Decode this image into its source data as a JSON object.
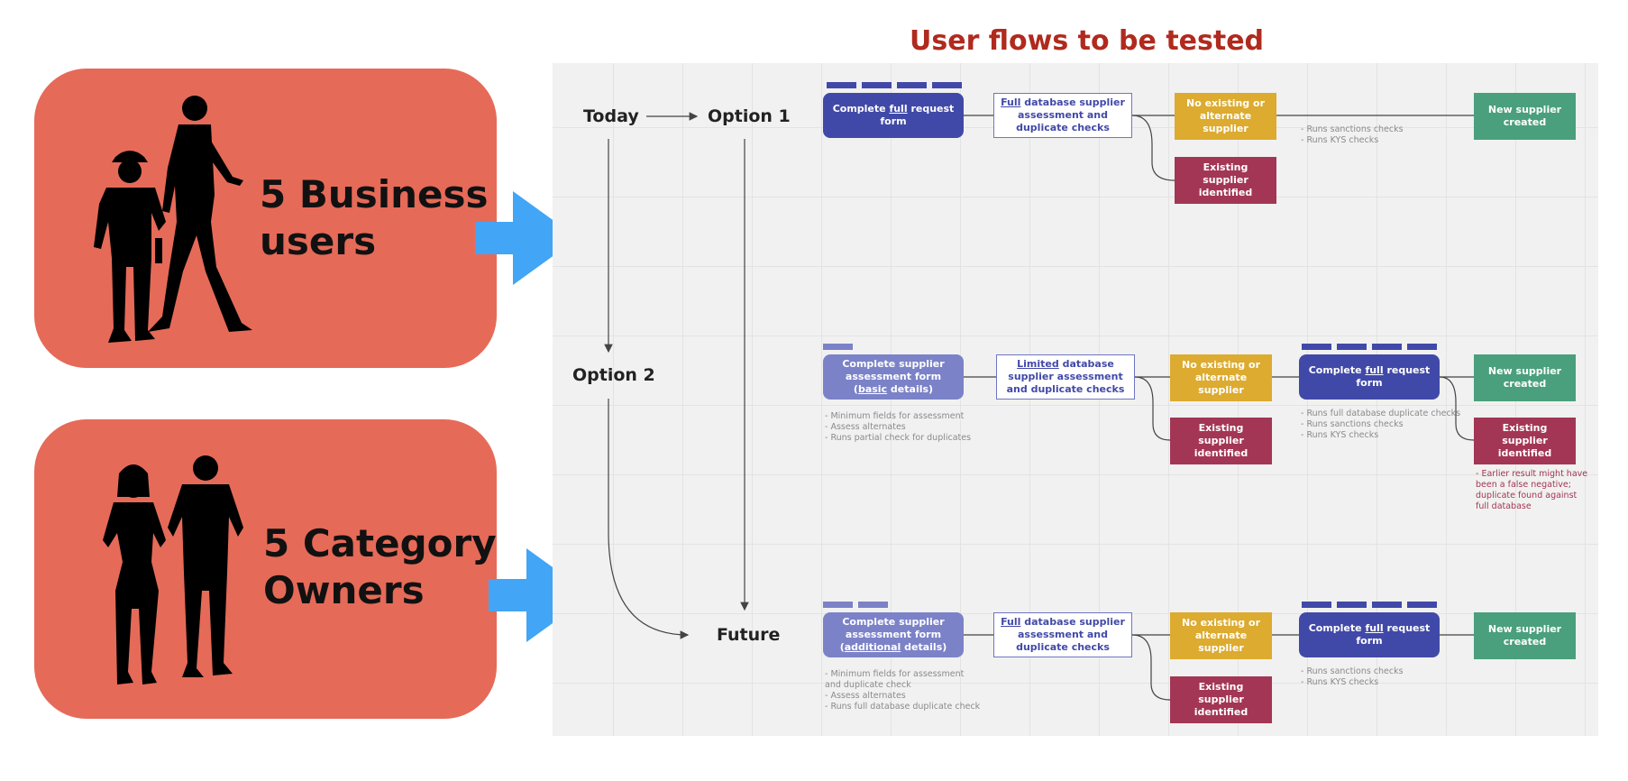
{
  "title": "User flows to be tested",
  "personas": [
    {
      "label_line1": "5 Business",
      "label_line2": "users"
    },
    {
      "label_line1": "5 Category",
      "label_line2": "Owners"
    }
  ],
  "stages": {
    "today": "Today",
    "option1": "Option 1",
    "option2": "Option 2",
    "future": "Future"
  },
  "flow1": {
    "request_form": {
      "pre": "Complete ",
      "em": "full",
      "post": " request form"
    },
    "db_check": {
      "em": "Full",
      "post": " database supplier assessment and duplicate checks"
    },
    "no_existing": "No existing or alternate supplier",
    "existing": "Existing supplier identified",
    "new_supplier": "New supplier created",
    "notes": [
      "- Runs sanctions checks",
      "- Runs KYS checks"
    ]
  },
  "flow2": {
    "assessment_form": {
      "pre": "Complete supplier assessment form (",
      "em": "basic",
      "post": " details)"
    },
    "db_check": {
      "em": "Limited",
      "post": " database supplier assessment and duplicate checks"
    },
    "no_existing": "No existing or alternate supplier",
    "existing": "Existing supplier identified",
    "request_form": {
      "pre": "Complete ",
      "em": "full",
      "post": " request form"
    },
    "new_supplier": "New supplier created",
    "existing_final": "Existing supplier identified",
    "notes_form": [
      "- Minimum fields for assessment",
      "- Assess alternates",
      "- Runs partial check for duplicates"
    ],
    "notes_request": [
      "- Runs full database duplicate checks",
      "- Runs sanctions checks",
      "- Runs KYS checks"
    ],
    "notes_final": [
      "- Earlier result might have",
      "been a false negative;",
      "duplicate found against",
      "full database"
    ]
  },
  "flow3": {
    "assessment_form": {
      "pre": "Complete supplier assessment form (",
      "em": "additional",
      "post": " details)"
    },
    "db_check": {
      "em": "Full",
      "post": " database supplier assessment and duplicate checks"
    },
    "no_existing": "No existing or alternate supplier",
    "existing": "Existing supplier identified",
    "request_form": {
      "pre": "Complete ",
      "em": "full",
      "post": " request form"
    },
    "new_supplier": "New supplier created",
    "notes_form": [
      "- Minimum fields for assessment",
      "and duplicate check",
      "- Assess alternates",
      "- Runs full database duplicate check"
    ],
    "notes_request": [
      "- Runs sanctions checks",
      "- Runs KYS checks"
    ]
  },
  "colors": {
    "persona_bg": "#e66a58",
    "arrow": "#42a5f5",
    "title": "#b02a1e",
    "blue": "#4149a8",
    "light_blue": "#7b82c7",
    "yellow": "#dcab2f",
    "red": "#a33654",
    "green": "#4aa07c"
  }
}
